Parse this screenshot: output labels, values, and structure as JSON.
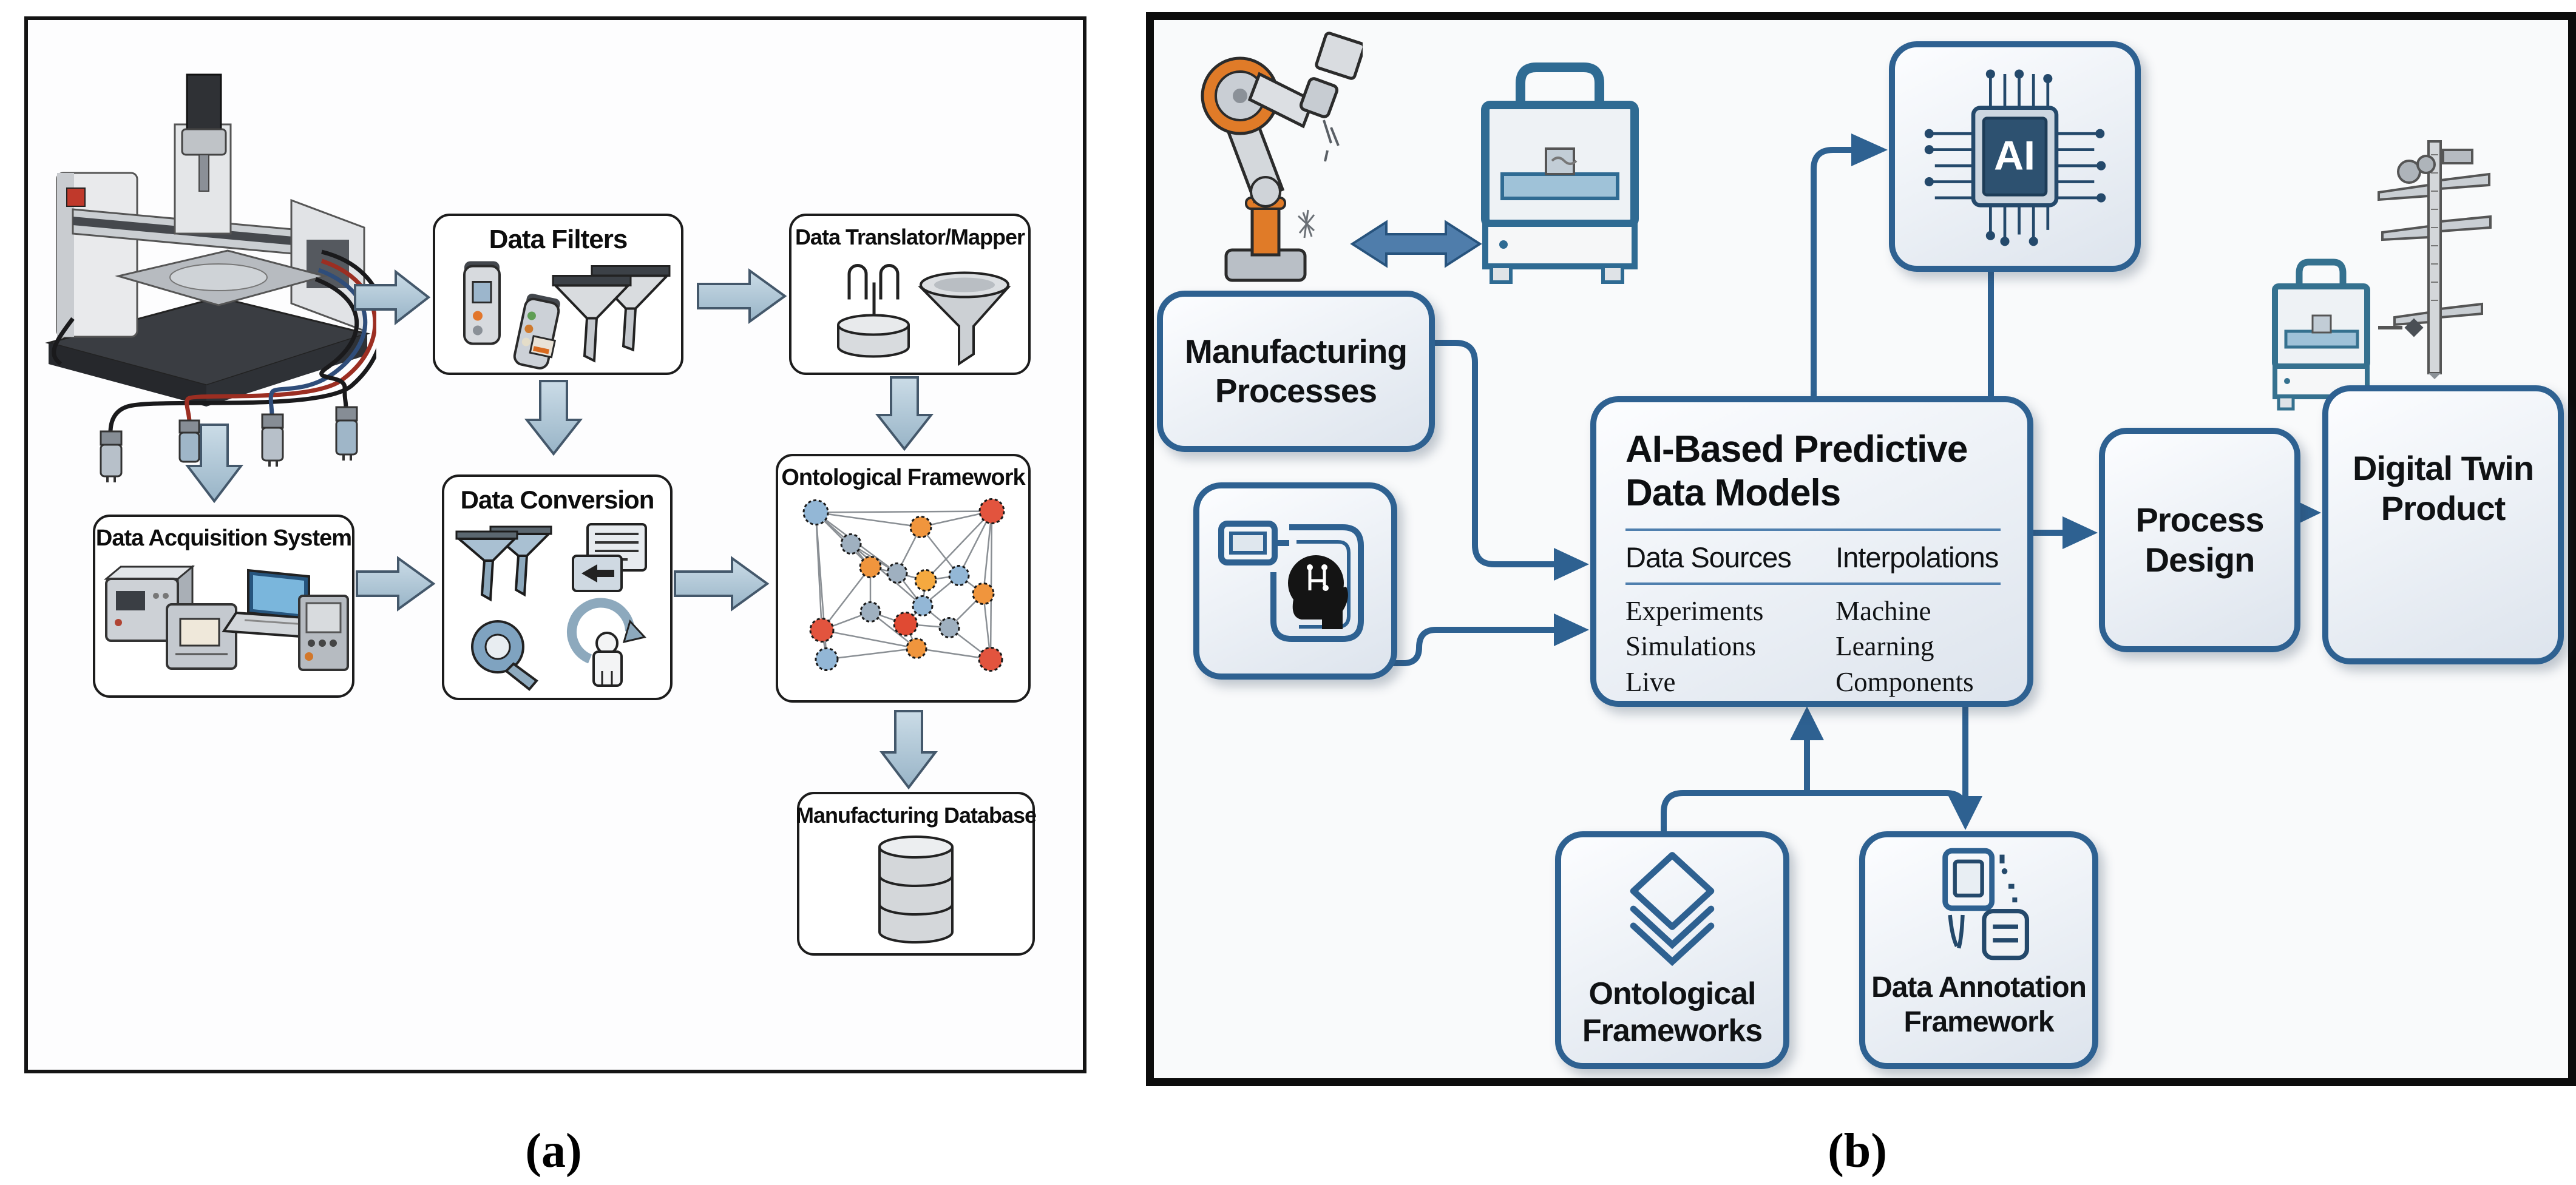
{
  "figure": {
    "panel_a": {
      "caption": "(a)",
      "boxes": {
        "data_filters": "Data Filters",
        "data_translator": "Data Translator/Mapper",
        "data_acquisition": "Data Acquisition System",
        "data_conversion": "Data Conversion",
        "ontological_framework": "Ontological Framework",
        "manufacturing_database": "Manufacturing Database"
      },
      "icons": [
        "cnc-machine",
        "sensor-plugs",
        "sensor-logger",
        "funnel",
        "daq-devices",
        "laptop",
        "document-arrow",
        "magnifier",
        "refresh-person",
        "network-graph",
        "database-cylinder"
      ]
    },
    "panel_b": {
      "caption": "(b)",
      "ai_chip_label": "AI",
      "boxes": {
        "manufacturing_processes": "Manufacturing Processes",
        "process_design": "Process Design",
        "digital_twin": "Digital Twin Product",
        "ontological_frameworks": "Ontological Frameworks",
        "data_annotation": "Data Annotation Framework"
      },
      "central": {
        "title": "AI-Based Predictive Data Models",
        "col_left_header": "Data Sources",
        "col_right_header": "Interpolations",
        "data_sources_items": [
          "Experiments",
          "Simulations",
          "Live"
        ],
        "interpolations_items": [
          "Machine",
          "Learning",
          "Components"
        ]
      },
      "icons": [
        "robot-arm",
        "3d-printer",
        "double-arrow",
        "ai-chip",
        "head-circuit-monitor",
        "layers-diamond",
        "annotation-pen-card",
        "power-pole-gantry"
      ],
      "colors": {
        "accent": "#2e6191",
        "frame": "#0c0c0c"
      }
    }
  }
}
